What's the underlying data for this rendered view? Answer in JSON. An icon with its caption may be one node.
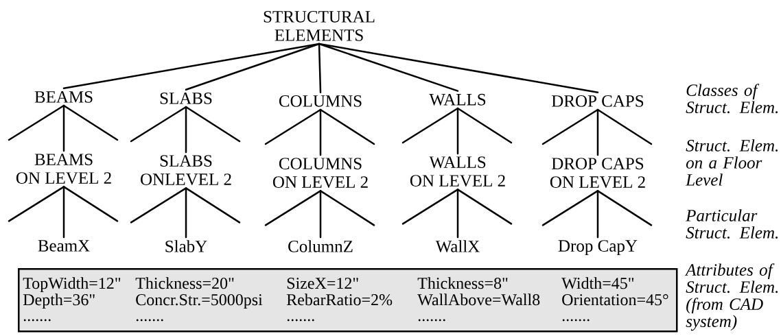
{
  "diagram": {
    "nodes": [
      {
        "text": [
          "STRUCTURAL ELEMENTS"
        ]
      },
      {
        "text": [
          "BEAMS"
        ]
      },
      {
        "text": [
          "SLABS"
        ]
      },
      {
        "text": [
          "COLUMNS"
        ]
      },
      {
        "text": [
          "WALLS"
        ]
      },
      {
        "text": [
          "DROP CAPS"
        ]
      },
      {
        "text": [
          "BEAMS ON LEVEL 2"
        ]
      },
      {
        "text": [
          "SLABS ONLEVEL 2"
        ]
      },
      {
        "text": [
          "COLUMNS ON LEVEL 2"
        ]
      },
      {
        "text": [
          "WALLS ON LEVEL 2"
        ]
      },
      {
        "text": [
          "DROP CAPS ON LEVEL 2"
        ]
      },
      {
        "text": [
          "BeamX"
        ]
      },
      {
        "text": [
          "SlabY"
        ]
      },
      {
        "text": [
          "ColumnZ"
        ]
      },
      {
        "text": [
          "WallX"
        ]
      },
      {
        "text": [
          "Drop CapY"
        ]
      },
      {
        "text": [
          "TopWidth=12\"",
          "Thickness=20\"",
          "SizeX=12\"",
          "Thickness=8\"",
          "Width=45\"",
          "Depth=36\"",
          "Concr.Str.=5000psi",
          "RebarRatio=2%",
          "WallAbove=Wall8",
          "Orientation=45°",
          ".......",
          ".......",
          ".......",
          ".......",
          "......."
        ]
      }
    ],
    "edges": [
      {
        "from": 0,
        "to": 1,
        "arrow": "none"
      },
      {
        "from": 0,
        "to": 2,
        "arrow": "none"
      },
      {
        "from": 0,
        "to": 3,
        "arrow": "none"
      },
      {
        "from": 0,
        "to": 4,
        "arrow": "none"
      },
      {
        "from": 0,
        "to": 5,
        "arrow": "none"
      },
      {
        "from": 1,
        "to": 6,
        "arrow": "none"
      },
      {
        "from": 2,
        "to": 7,
        "arrow": "none"
      },
      {
        "from": 3,
        "to": 8,
        "arrow": "none"
      },
      {
        "from": 4,
        "to": 9,
        "arrow": "none"
      },
      {
        "from": 5,
        "to": 10,
        "arrow": "none"
      },
      {
        "from": 6,
        "to": 11,
        "arrow": "none"
      },
      {
        "from": 7,
        "to": 12,
        "arrow": "none"
      },
      {
        "from": 8,
        "to": 13,
        "arrow": "none"
      },
      {
        "from": 9,
        "to": 14,
        "arrow": "none"
      },
      {
        "from": 10,
        "to": 15,
        "arrow": "none"
      }
    ],
    "labels": [
      "Classes of Struct. Elem.",
      "Struct. Elem. on a Floor Level",
      "Particular Struct. Elem.",
      "Attributes of Struct. Elem. (from CAD system)"
    ]
  }
}
